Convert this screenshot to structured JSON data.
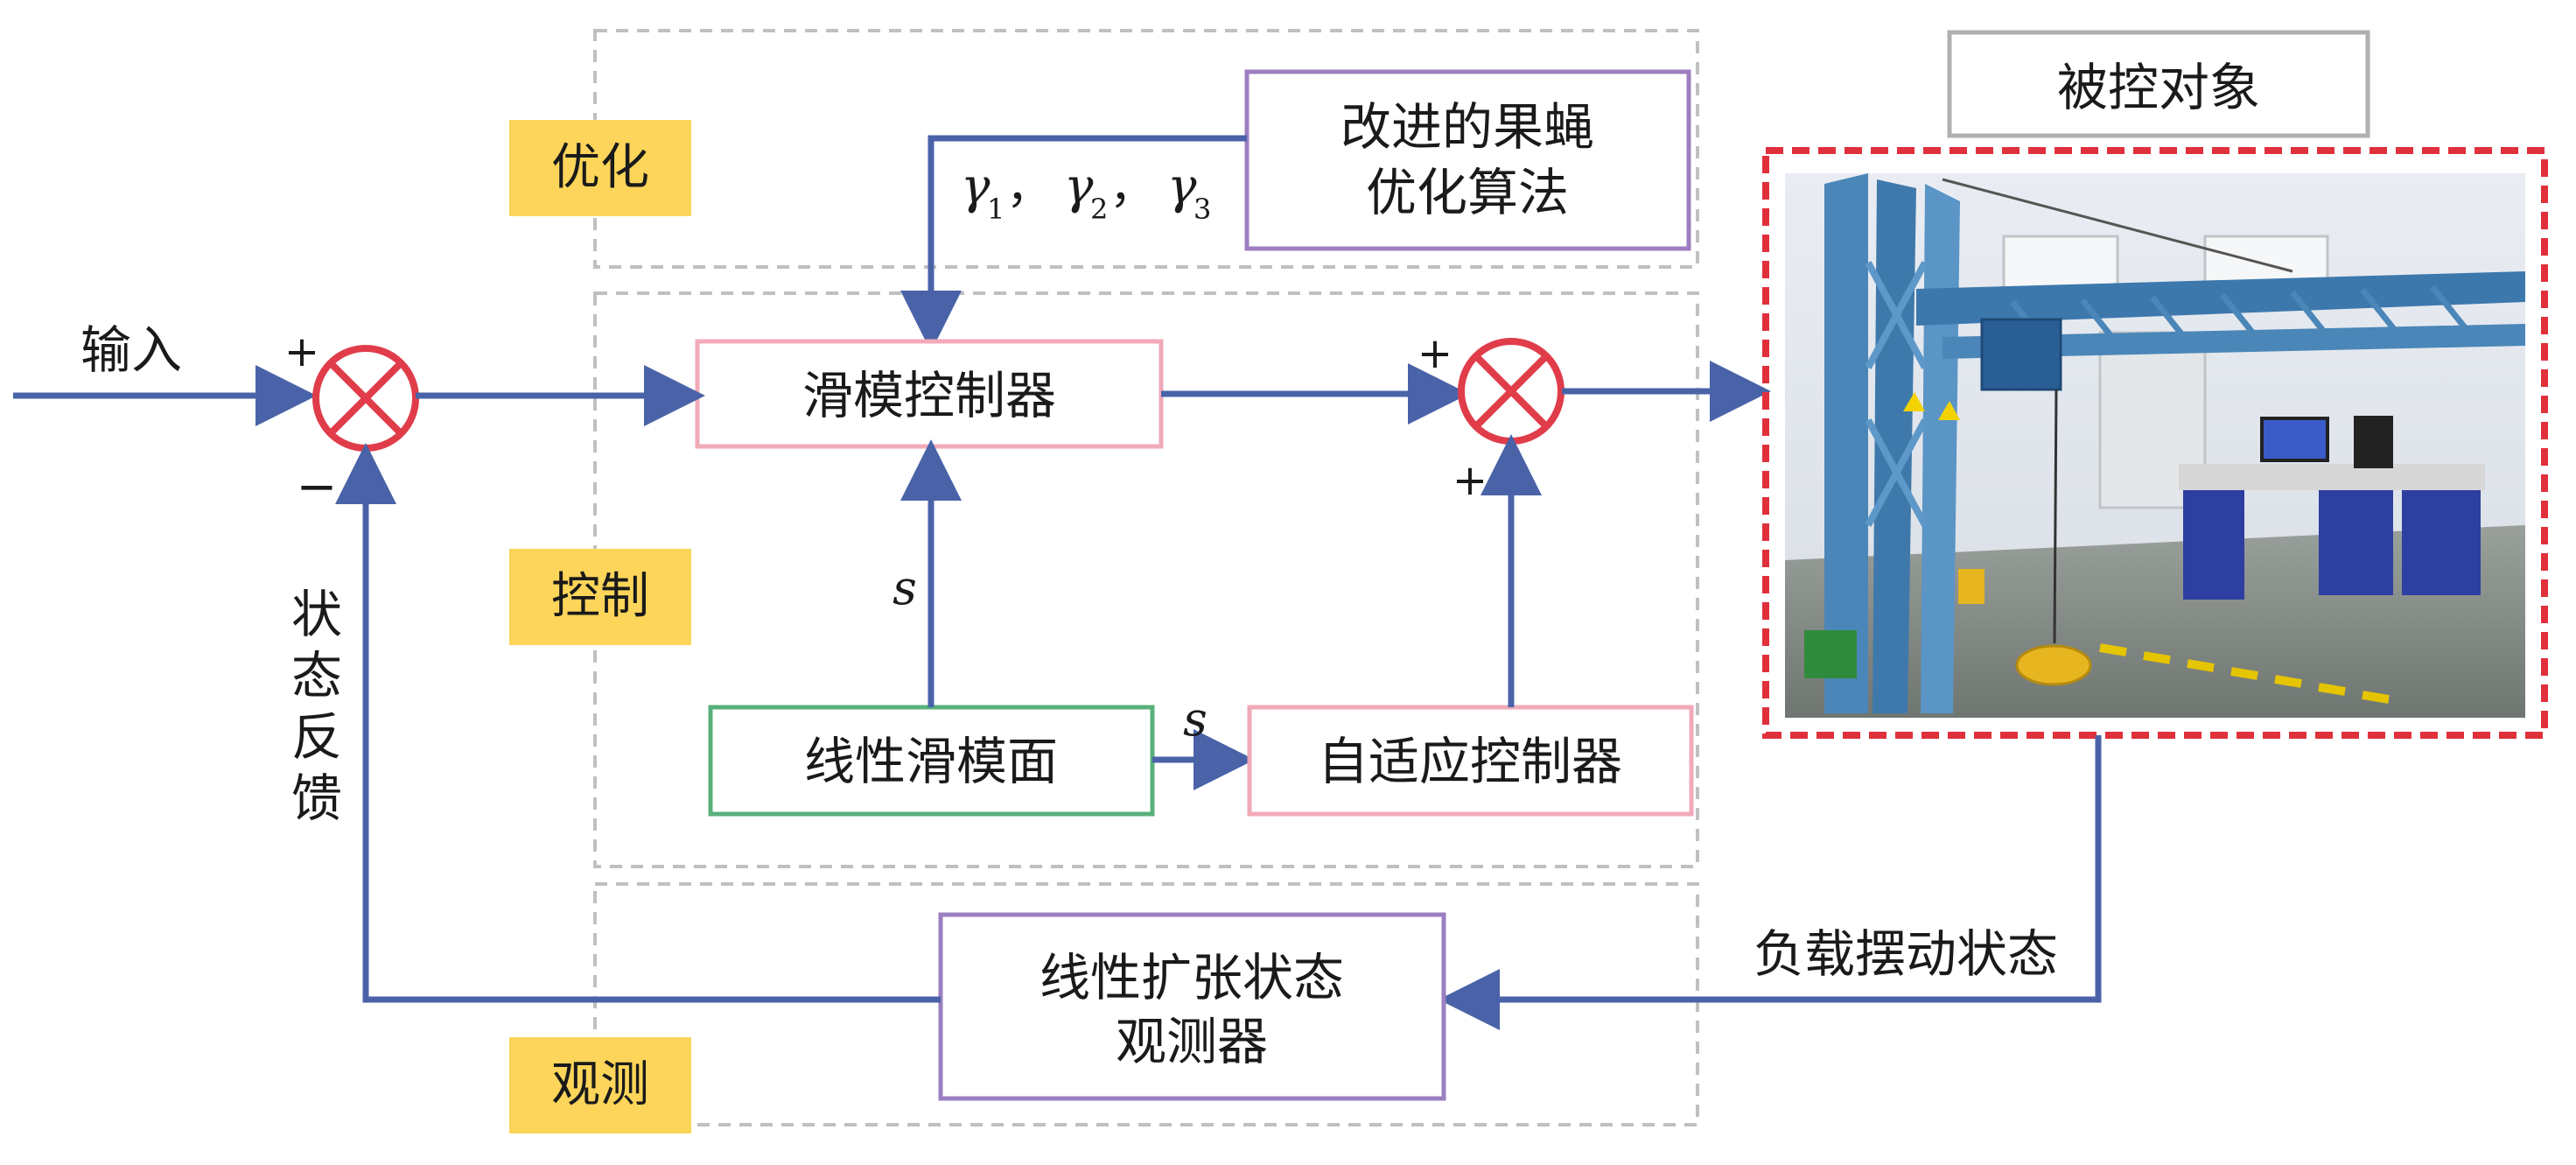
{
  "sections": {
    "optimize": "优化",
    "control": "控制",
    "observe": "观测"
  },
  "blocks": {
    "optimizer_line1": "改进的果蝇",
    "optimizer_line2": "优化算法",
    "smc": "滑模控制器",
    "sliding_surface": "线性滑模面",
    "adaptive": "自适应控制器",
    "eso_line1": "线性扩张状态",
    "eso_line2": "观测器",
    "plant_title": "被控对象"
  },
  "labels": {
    "input": "输入",
    "feedback_chars": [
      "状",
      "态",
      "反",
      "馈"
    ],
    "load_swing": "负载摆动状态",
    "s_vertical": "s",
    "s_horizontal": "s",
    "plus": "+",
    "minus": "−"
  },
  "params": [
    {
      "sym": "γ",
      "sub": "1",
      "sep": "，"
    },
    {
      "sym": "γ",
      "sub": "2",
      "sep": "，"
    },
    {
      "sym": "γ",
      "sub": "3",
      "sep": ""
    }
  ],
  "colors": {
    "arrow": "#4a63a8",
    "section_tag": "#fcd55a",
    "dash_gray": "#c0c0c0",
    "sum_red": "#e03c4a",
    "box_purple": "#9b7fc0",
    "box_pink": "#f1aab8",
    "box_green": "#58b07a",
    "box_gray": "#b0b0b0",
    "plant_red": "#e0303c"
  }
}
